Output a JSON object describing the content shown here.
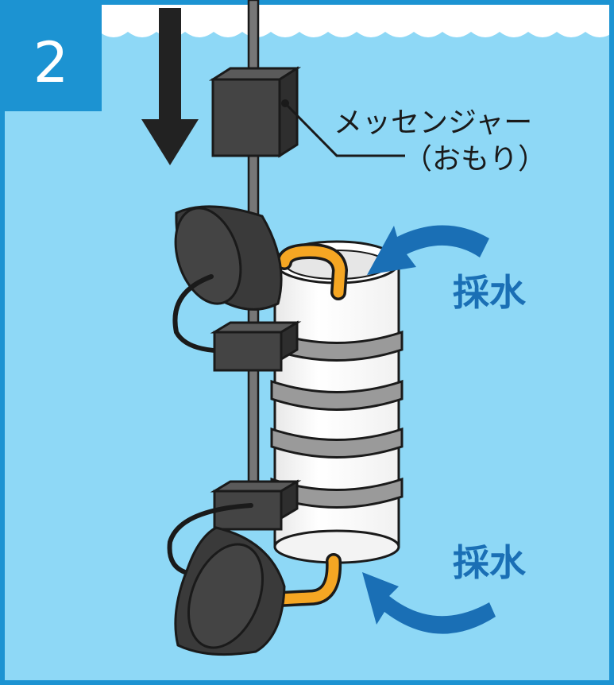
{
  "step_number": "2",
  "messenger_label": {
    "line1": "メッセンジャー",
    "line2": "（おもり）"
  },
  "sampling_label_top": "採水",
  "sampling_label_bottom": "採水",
  "colors": {
    "water": "#8ed8f6",
    "border": "#1c93d2",
    "wave_highlight": "#ffffff",
    "device_dark": "#3a3a3a",
    "bottle": "#ffffff",
    "band": "#9a9a9a",
    "tube": "#f5a623",
    "flow_arrow": "#1a6fb5",
    "action_text": "#1a6fb5",
    "drop_arrow": "#222222"
  }
}
